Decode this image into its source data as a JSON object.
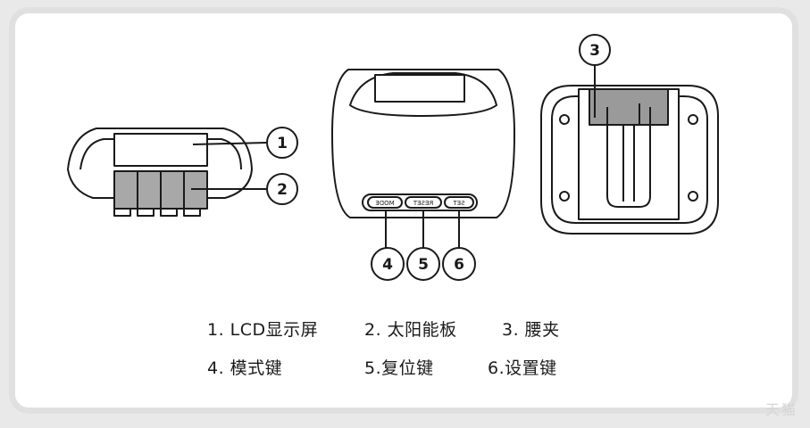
{
  "callouts": {
    "c1": "1",
    "c2": "2",
    "c3": "3",
    "c4": "4",
    "c5": "5",
    "c6": "6"
  },
  "buttons": {
    "mode": "MODE",
    "reset": "RESET",
    "set": "SET"
  },
  "legend": {
    "item1": "1. LCD显示屏",
    "item2": "2. 太阳能板",
    "item3": "3. 腰夹",
    "item4": "4. 模式键",
    "item5": "5.复位键",
    "item6": "6.设置键"
  },
  "watermark": "天猫"
}
